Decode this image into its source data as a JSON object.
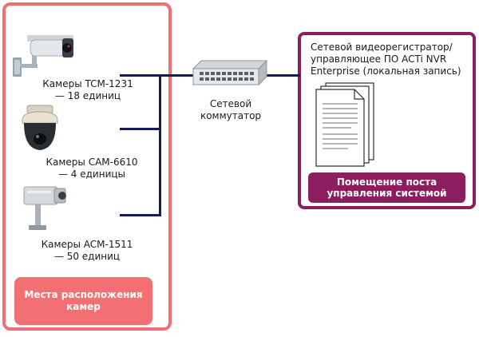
{
  "camera_groups": [
    {
      "name_label": "Камеры TCM-1231",
      "count_label": "— 18 единиц"
    },
    {
      "name_label": "Камеры CAM-6610",
      "count_label": "— 4 единицы"
    },
    {
      "name_label": "Камеры ACM-1511",
      "count_label": "— 50 единиц"
    }
  ],
  "switch": {
    "line1": "Сетевой",
    "line2": "коммутатор"
  },
  "nvr": {
    "line1": "Сетевой видеорегистратор/",
    "line2": "управляющее ПО ACTi NVR",
    "line3": "Enterprise (локальная запись)"
  },
  "badges": {
    "camera_location_line1": "Места расположения",
    "camera_location_line2": "камер",
    "control_room_line1": "Помещение поста",
    "control_room_line2": "управления системой"
  },
  "colors": {
    "camera_accent": "#f36f74",
    "control_accent": "#8c1d5e",
    "connector": "#141a5c"
  },
  "icons": [
    "bullet-camera-icon",
    "dome-camera-icon",
    "box-camera-icon",
    "network-switch-icon",
    "server-document-icon"
  ]
}
